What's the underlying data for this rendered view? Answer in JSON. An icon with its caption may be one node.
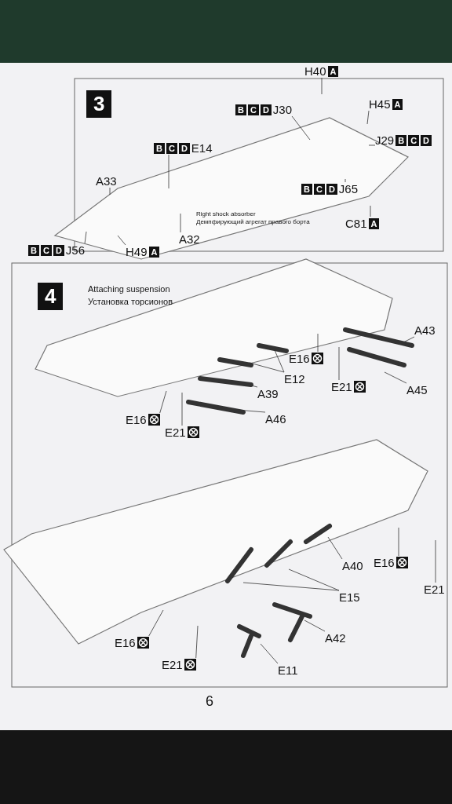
{
  "diagram": {
    "nodes": [
      {
        "text": [
          "H40",
          "A"
        ]
      },
      {
        "text": [
          "H45",
          "A"
        ]
      },
      {
        "text": [
          "B",
          "C",
          "D",
          "J30"
        ]
      },
      {
        "text": [
          "J29",
          "B",
          "C",
          "D"
        ]
      },
      {
        "text": [
          "B",
          "C",
          "D",
          "E14"
        ]
      },
      {
        "text": [
          "A33"
        ]
      },
      {
        "text": [
          "B",
          "C",
          "D",
          "J65"
        ]
      },
      {
        "text": [
          "C81",
          "A"
        ]
      },
      {
        "text": [
          "A32"
        ]
      },
      {
        "text": [
          "B",
          "C",
          "D",
          "J56"
        ]
      },
      {
        "text": [
          "H49",
          "A"
        ]
      },
      {
        "text": [
          "A43"
        ]
      },
      {
        "text": [
          "E16"
        ]
      },
      {
        "text": [
          "E12"
        ]
      },
      {
        "text": [
          "E21"
        ]
      },
      {
        "text": [
          "A45"
        ]
      },
      {
        "text": [
          "A39"
        ]
      },
      {
        "text": [
          "A46"
        ]
      },
      {
        "text": [
          "E16"
        ]
      },
      {
        "text": [
          "E21"
        ]
      },
      {
        "text": [
          "E16"
        ]
      },
      {
        "text": [
          "E21"
        ]
      },
      {
        "text": [
          "A40"
        ]
      },
      {
        "text": [
          "E15"
        ]
      },
      {
        "text": [
          "A42"
        ]
      },
      {
        "text": [
          "E16"
        ]
      },
      {
        "text": [
          "E21"
        ]
      },
      {
        "text": [
          "E11"
        ]
      }
    ],
    "edges": [
      {
        "from": 0,
        "to": null,
        "arrow": "none"
      },
      {
        "from": 1,
        "to": null,
        "arrow": "none"
      },
      {
        "from": 2,
        "to": null,
        "arrow": "none"
      },
      {
        "from": 3,
        "to": null,
        "arrow": "none"
      },
      {
        "from": 4,
        "to": null,
        "arrow": "none"
      },
      {
        "from": 5,
        "to": null,
        "arrow": "none"
      },
      {
        "from": 6,
        "to": null,
        "arrow": "none"
      },
      {
        "from": 7,
        "to": null,
        "arrow": "none"
      },
      {
        "from": 8,
        "to": null,
        "arrow": "none"
      },
      {
        "from": 9,
        "to": null,
        "arrow": "none"
      },
      {
        "from": 10,
        "to": null,
        "arrow": "none"
      },
      {
        "from": 11,
        "to": null,
        "arrow": "none"
      },
      {
        "from": 12,
        "to": null,
        "arrow": "none"
      },
      {
        "from": 13,
        "to": null,
        "arrow": "none"
      },
      {
        "from": 13,
        "to": null,
        "arrow": "none"
      },
      {
        "from": 14,
        "to": null,
        "arrow": "none"
      },
      {
        "from": 15,
        "to": null,
        "arrow": "none"
      },
      {
        "from": 16,
        "to": null,
        "arrow": "none"
      },
      {
        "from": 17,
        "to": null,
        "arrow": "none"
      },
      {
        "from": 18,
        "to": null,
        "arrow": "none"
      },
      {
        "from": 19,
        "to": null,
        "arrow": "none"
      },
      {
        "from": 20,
        "to": null,
        "arrow": "none"
      },
      {
        "from": 21,
        "to": null,
        "arrow": "none"
      },
      {
        "from": 22,
        "to": null,
        "arrow": "none"
      },
      {
        "from": 23,
        "to": null,
        "arrow": "none"
      },
      {
        "from": 23,
        "to": null,
        "arrow": "none"
      },
      {
        "from": 24,
        "to": null,
        "arrow": "none"
      },
      {
        "from": 25,
        "to": null,
        "arrow": "none"
      },
      {
        "from": 26,
        "to": null,
        "arrow": "none"
      },
      {
        "from": 27,
        "to": null,
        "arrow": "none"
      }
    ],
    "labels": [
      "3",
      "Right shock absorber",
      "Демпфирующий агрегат правого борта",
      "4",
      "Attaching suspension",
      "Установка торсионов",
      "6"
    ]
  }
}
